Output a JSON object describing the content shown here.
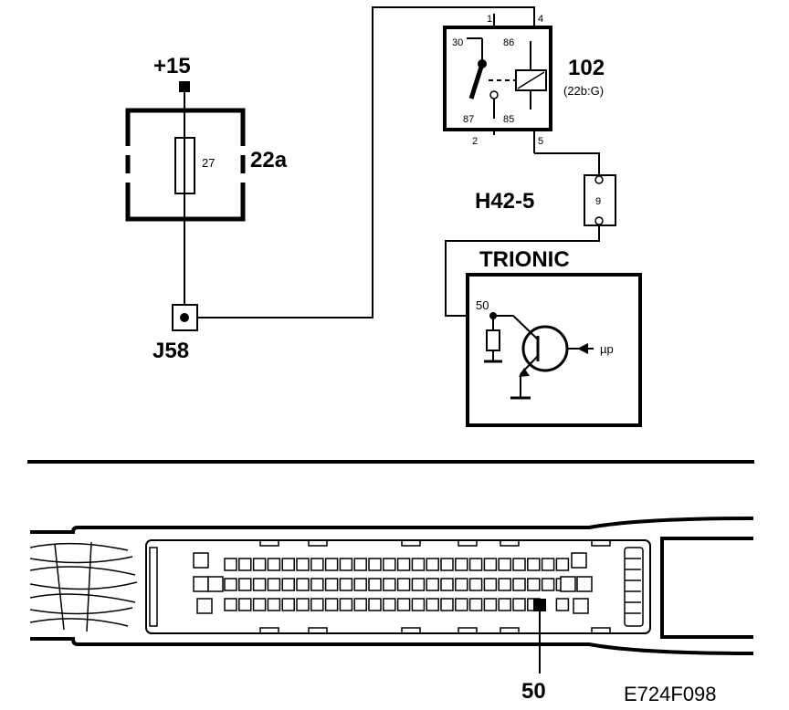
{
  "diagram": {
    "supply": {
      "label": "+15"
    },
    "fuse_box": {
      "ref": "22a",
      "fuse_number": "27"
    },
    "splice": {
      "ref": "J58"
    },
    "relay": {
      "ref": "102",
      "location": "(22b:G)",
      "pins": {
        "top_left": "1",
        "top_right": "4",
        "bottom_left": "2",
        "bottom_right": "5",
        "p30": "30",
        "p86": "86",
        "p87": "87",
        "p85": "85"
      }
    },
    "connector": {
      "ref": "H42-5",
      "pin": "9"
    },
    "ecu": {
      "name": "TRIONIC",
      "pin": "50",
      "signal": "µp"
    },
    "ecu_connector": {
      "pin_callout": "50"
    },
    "figure_id": "E724F098"
  },
  "colors": {
    "line": "#000000",
    "background": "#ffffff"
  }
}
